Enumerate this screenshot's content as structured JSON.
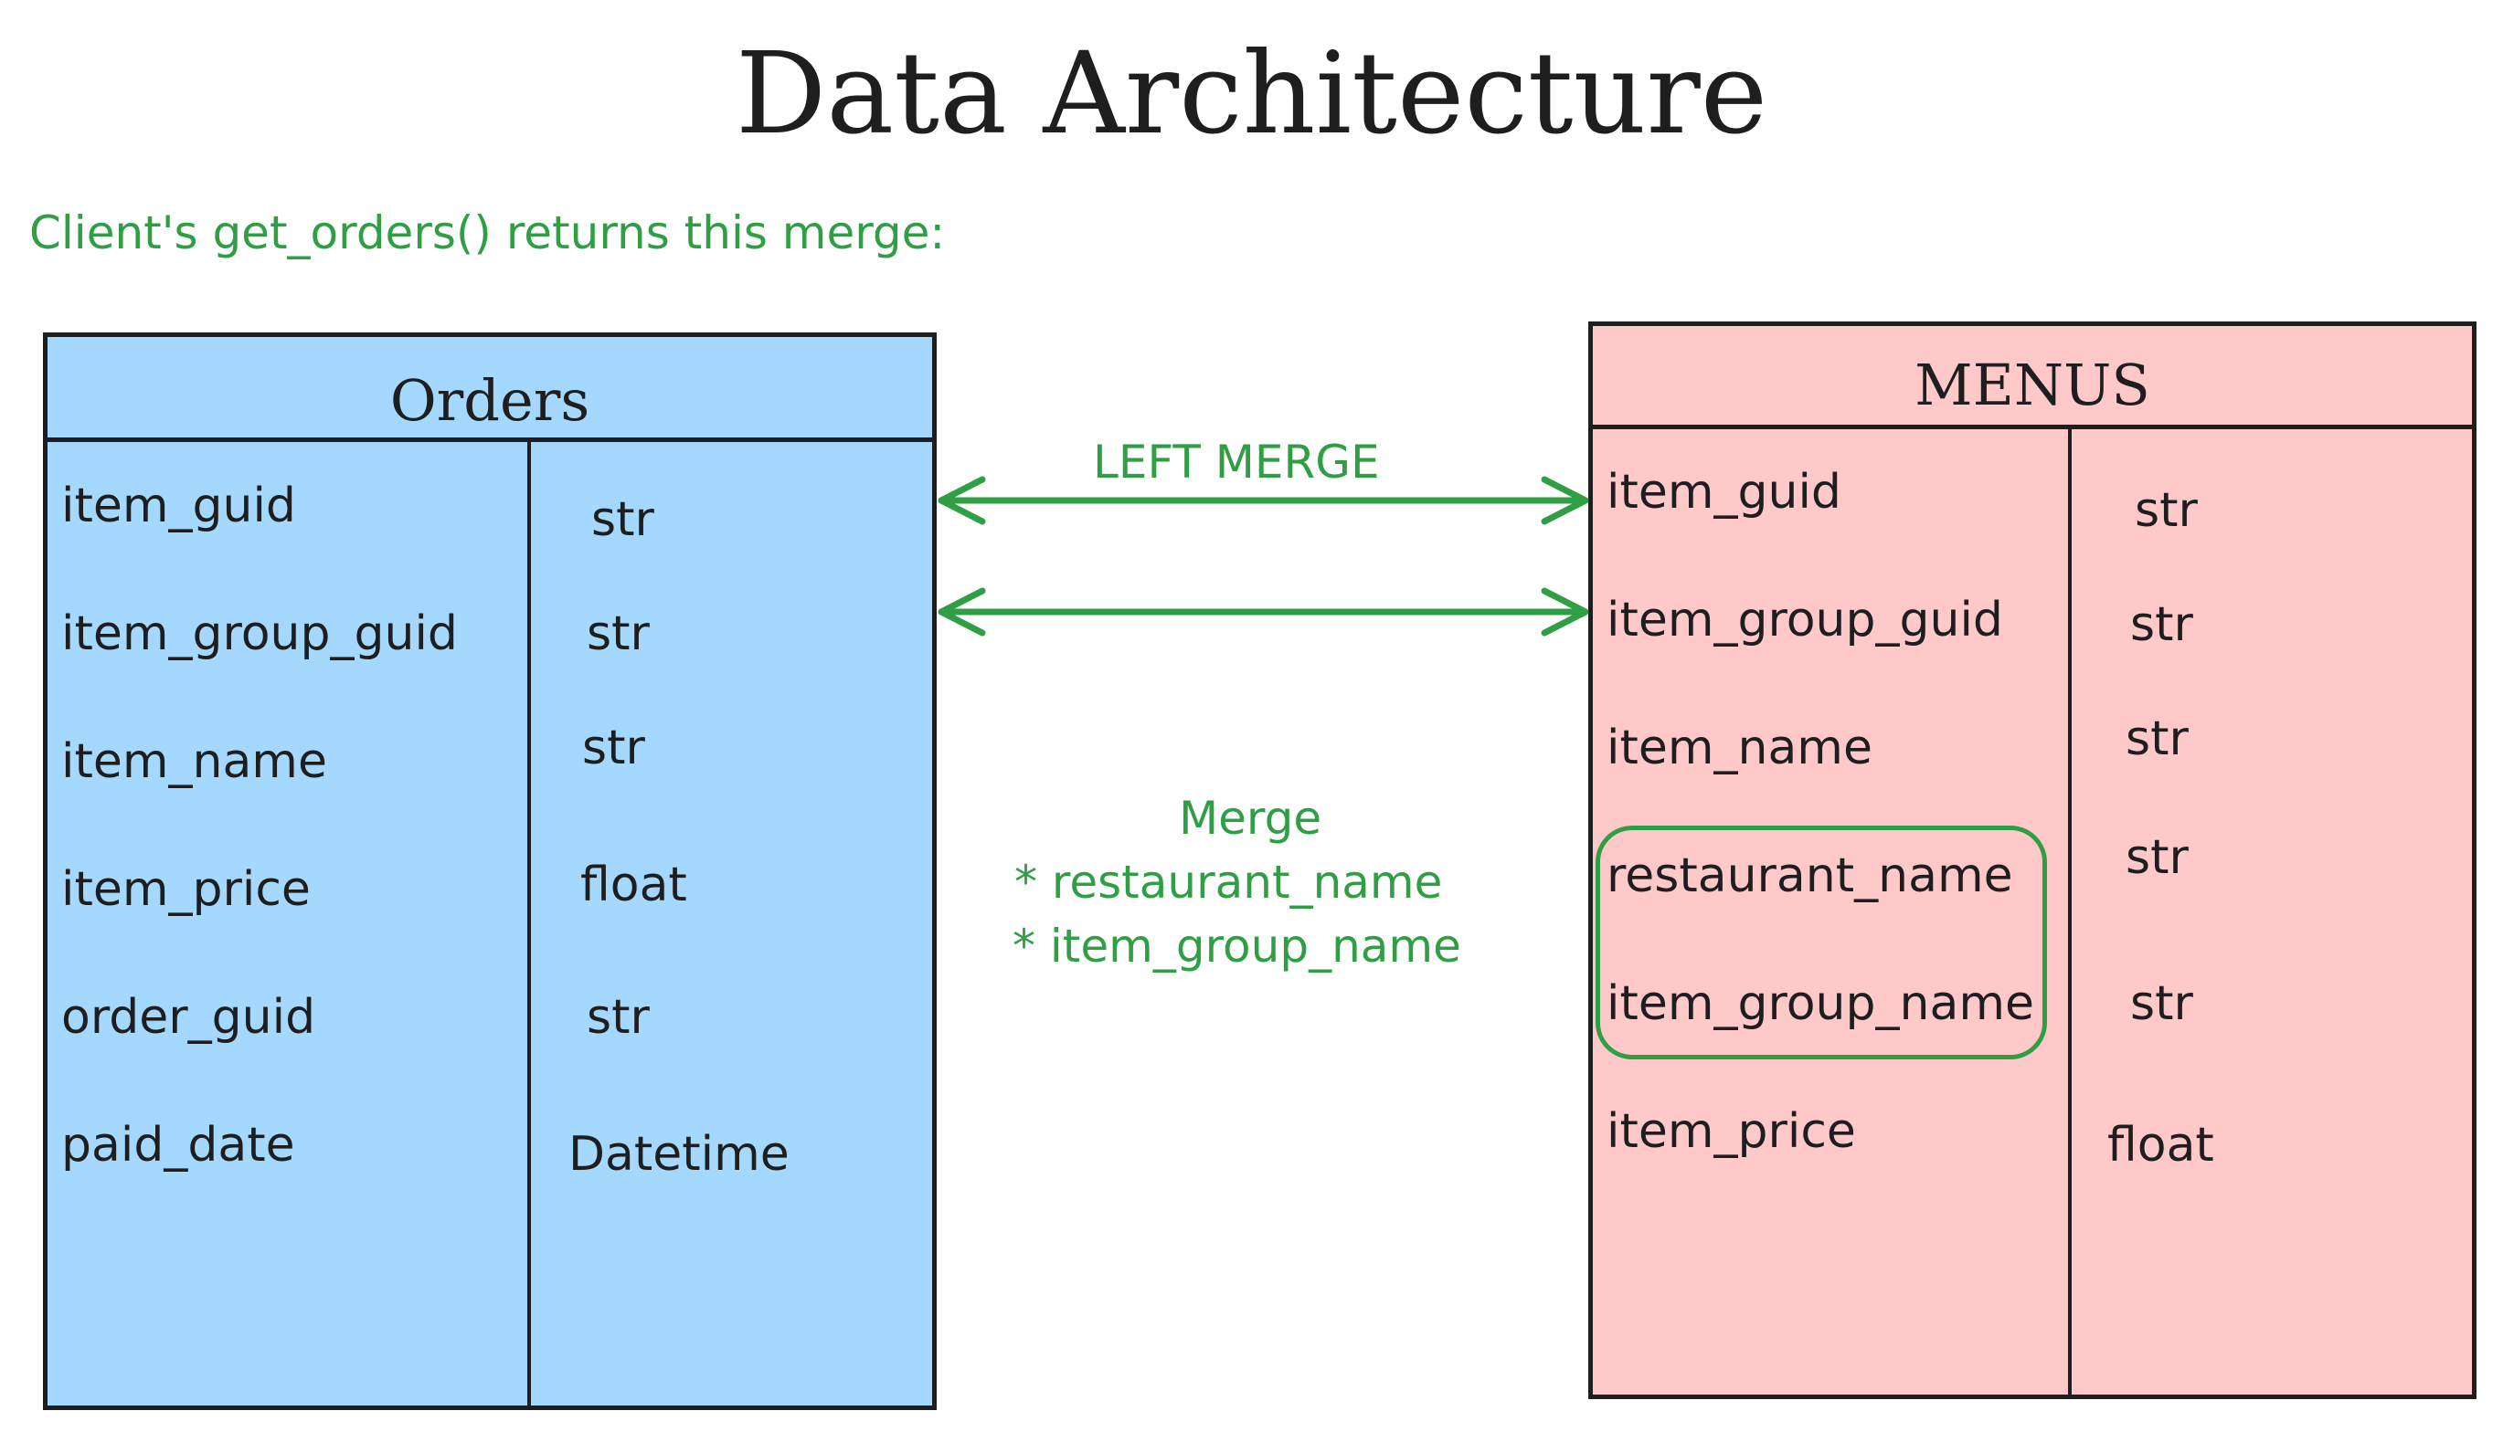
{
  "title": "Data Architecture",
  "subtitle": "Client's get_orders() returns this merge:",
  "colors": {
    "orders_fill": "#a5d8ff",
    "menus_fill": "#ffc9c9",
    "accent_green": "#2f9e44",
    "stroke": "#1e1e1e"
  },
  "orders": {
    "name": "Orders",
    "fields": [
      {
        "field": "item_guid",
        "type": "str"
      },
      {
        "field": "item_group_guid",
        "type": "str"
      },
      {
        "field": "item_name",
        "type": "str"
      },
      {
        "field": "item_price",
        "type": "float"
      },
      {
        "field": "order_guid",
        "type": "str"
      },
      {
        "field": "paid_date",
        "type": "Datetime"
      }
    ]
  },
  "menus": {
    "name": "MENUS",
    "fields": [
      {
        "field": "item_guid",
        "type": "str"
      },
      {
        "field": "item_group_guid",
        "type": "str"
      },
      {
        "field": "item_name",
        "type": "str"
      },
      {
        "field": "restaurant_name",
        "type": "str"
      },
      {
        "field": "item_group_name",
        "type": "str"
      },
      {
        "field": "item_price",
        "type": "float"
      }
    ]
  },
  "edges": {
    "join_label": "LEFT MERGE",
    "merge_title": "Merge",
    "merge_fields": [
      "* restaurant_name",
      "* item_group_name"
    ]
  }
}
